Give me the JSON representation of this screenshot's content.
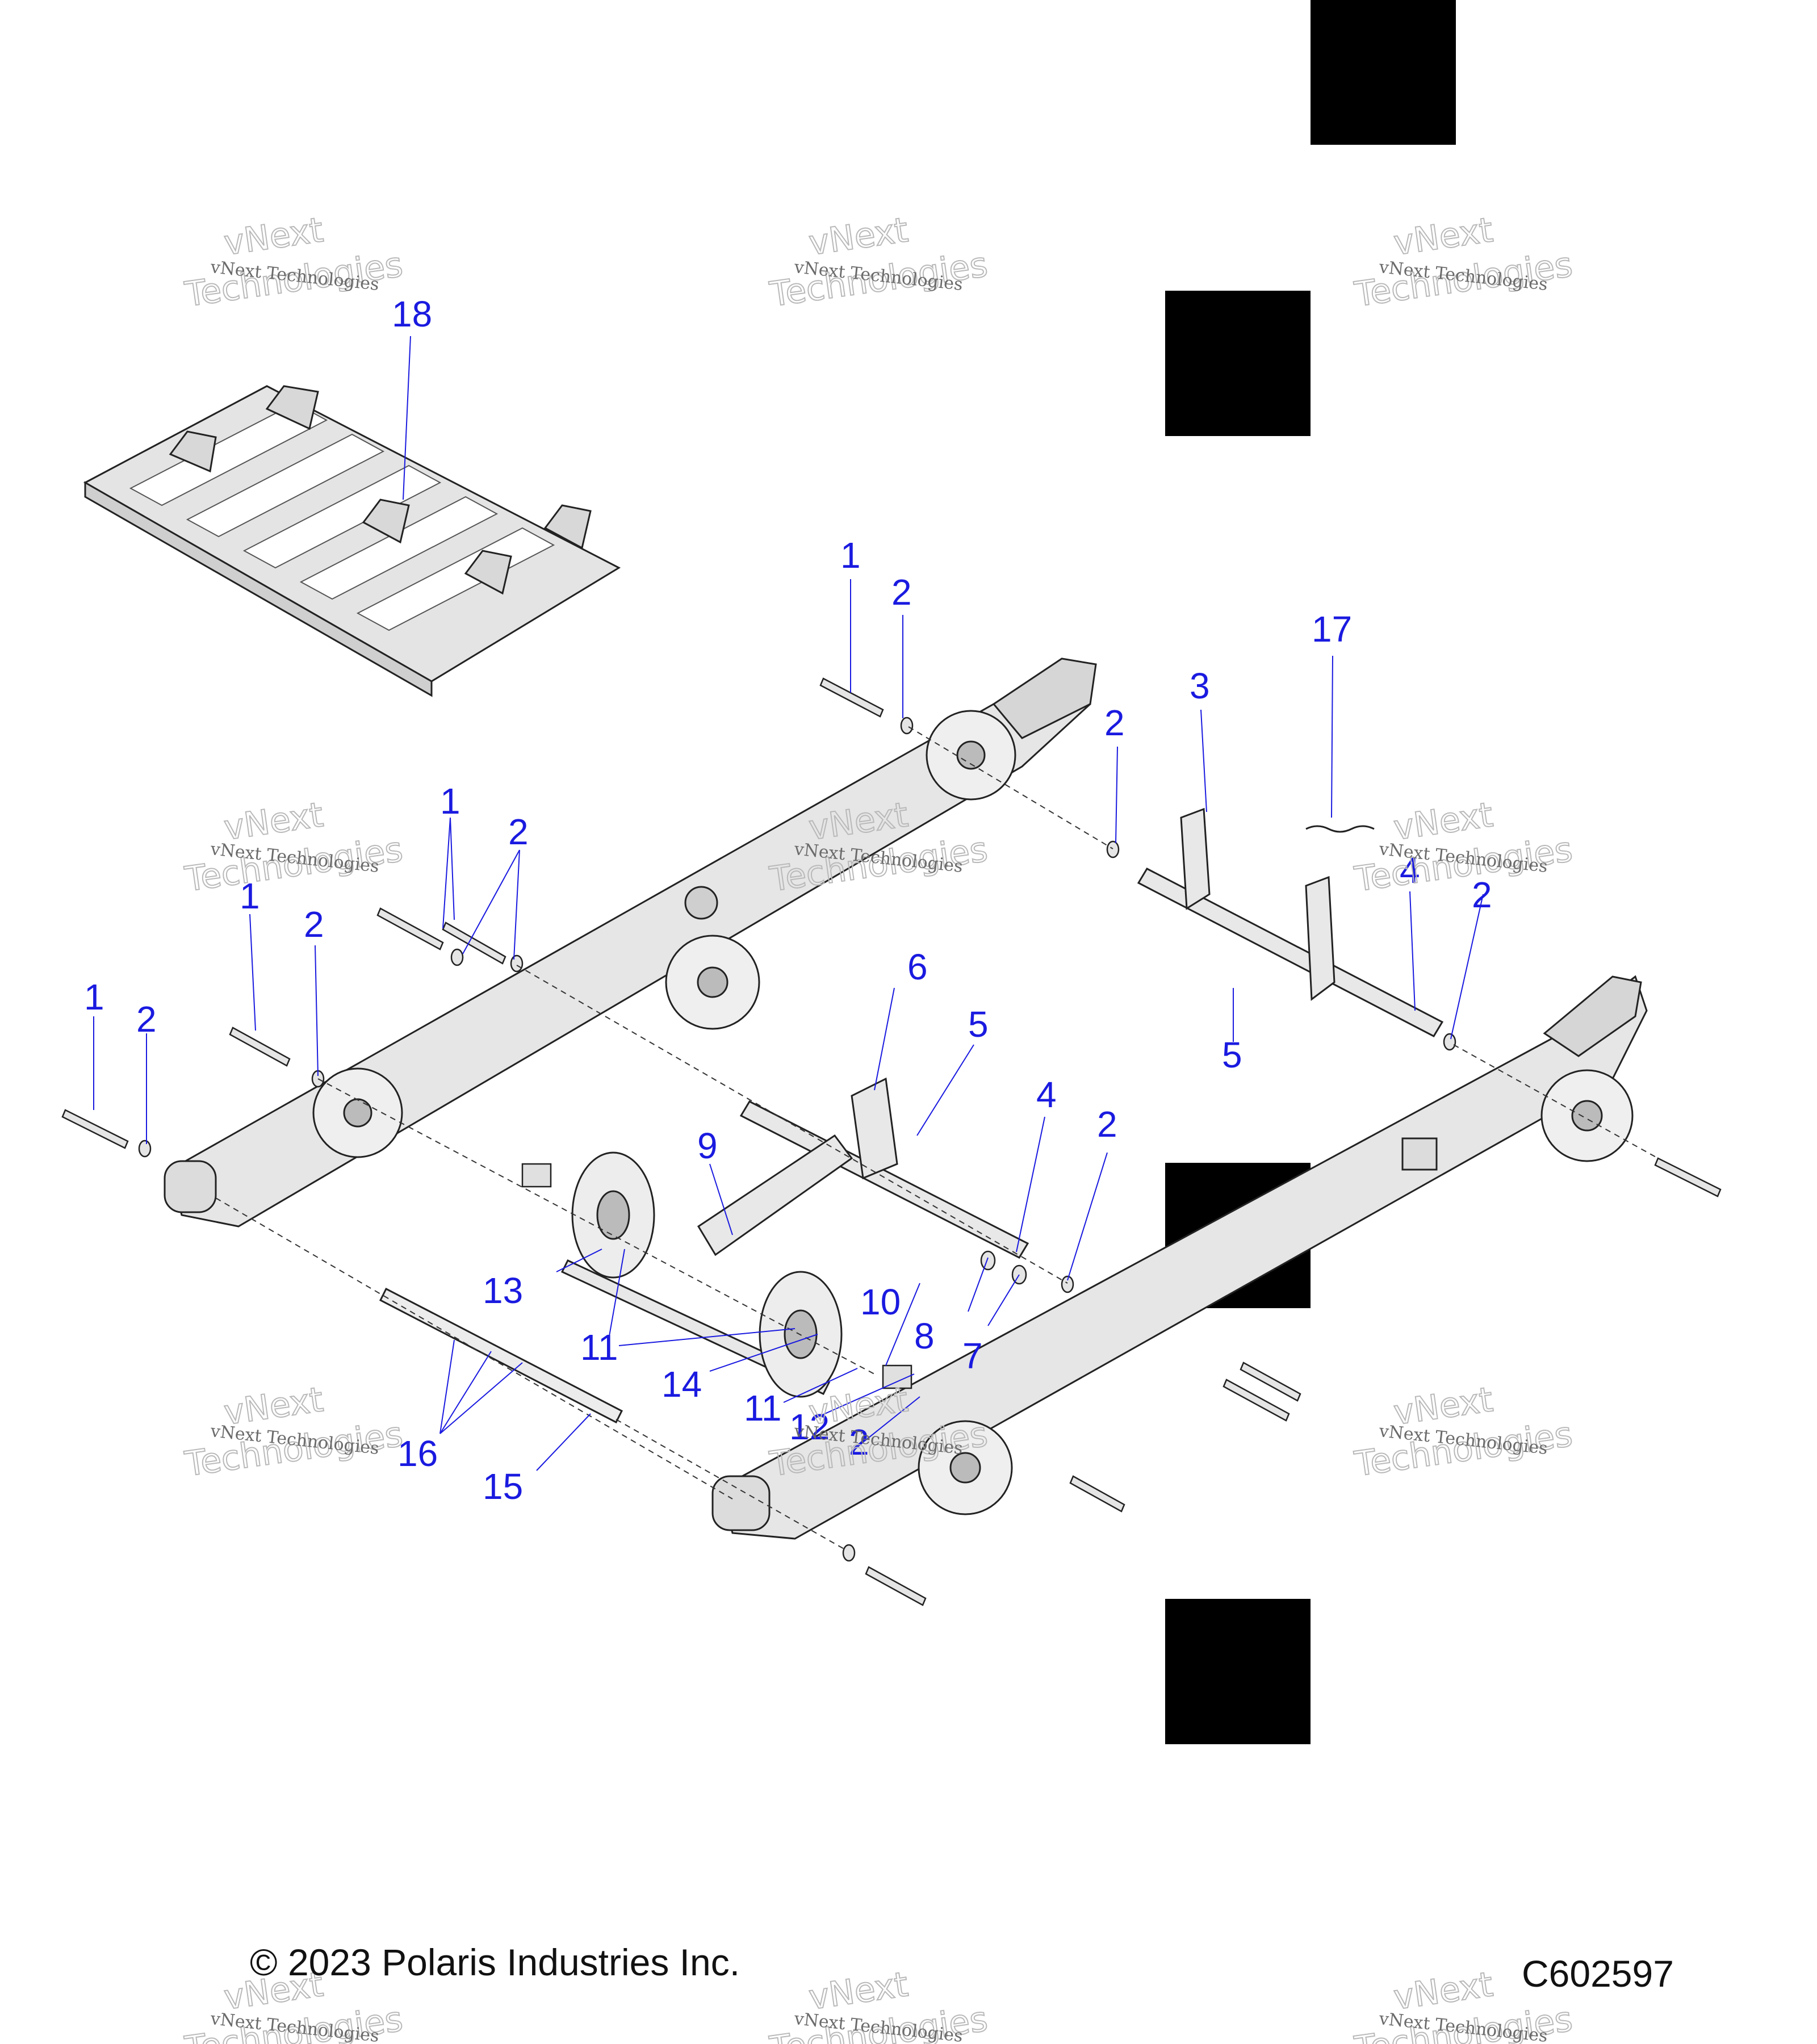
{
  "diagram": {
    "callouts": [
      "18",
      "1",
      "2",
      "17",
      "3",
      "2",
      "1",
      "2",
      "4",
      "2",
      "1",
      "2",
      "5",
      "1",
      "2",
      "6",
      "5",
      "4",
      "2",
      "9",
      "13",
      "10",
      "8",
      "7",
      "11",
      "14",
      "11",
      "12",
      "2",
      "16",
      "15"
    ],
    "watermark": {
      "small": "vNext Technologies",
      "big_top": "vNext",
      "big_bottom": "Technologies"
    }
  },
  "footer": {
    "copyright": "© 2023 Polaris Industries Inc.",
    "drawing_id": "C602597"
  },
  "colors": {
    "callout": "#1a1ae0",
    "part_fill": "#e6e6e6",
    "part_stroke": "#222222",
    "redaction": "#000000"
  }
}
